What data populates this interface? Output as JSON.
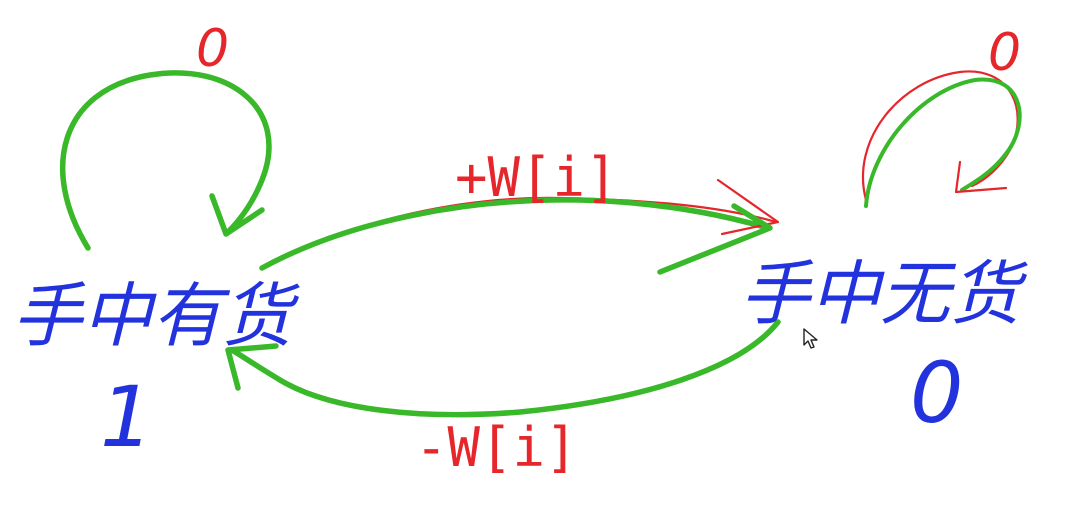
{
  "states": [
    {
      "label": "手中有货",
      "value": "1",
      "self_loop_label": "0"
    },
    {
      "label": "手中无货",
      "value": "0",
      "self_loop_label": "0"
    }
  ],
  "transitions": {
    "top_label": "+W[i]",
    "bottom_label": "-W[i]"
  },
  "colors": {
    "state_text": "#2233dd",
    "arrows": "#39b82a",
    "annotations": "#e5262b",
    "background": "#ffffff"
  },
  "icons": {
    "cursor": "mouse-pointer-icon"
  }
}
